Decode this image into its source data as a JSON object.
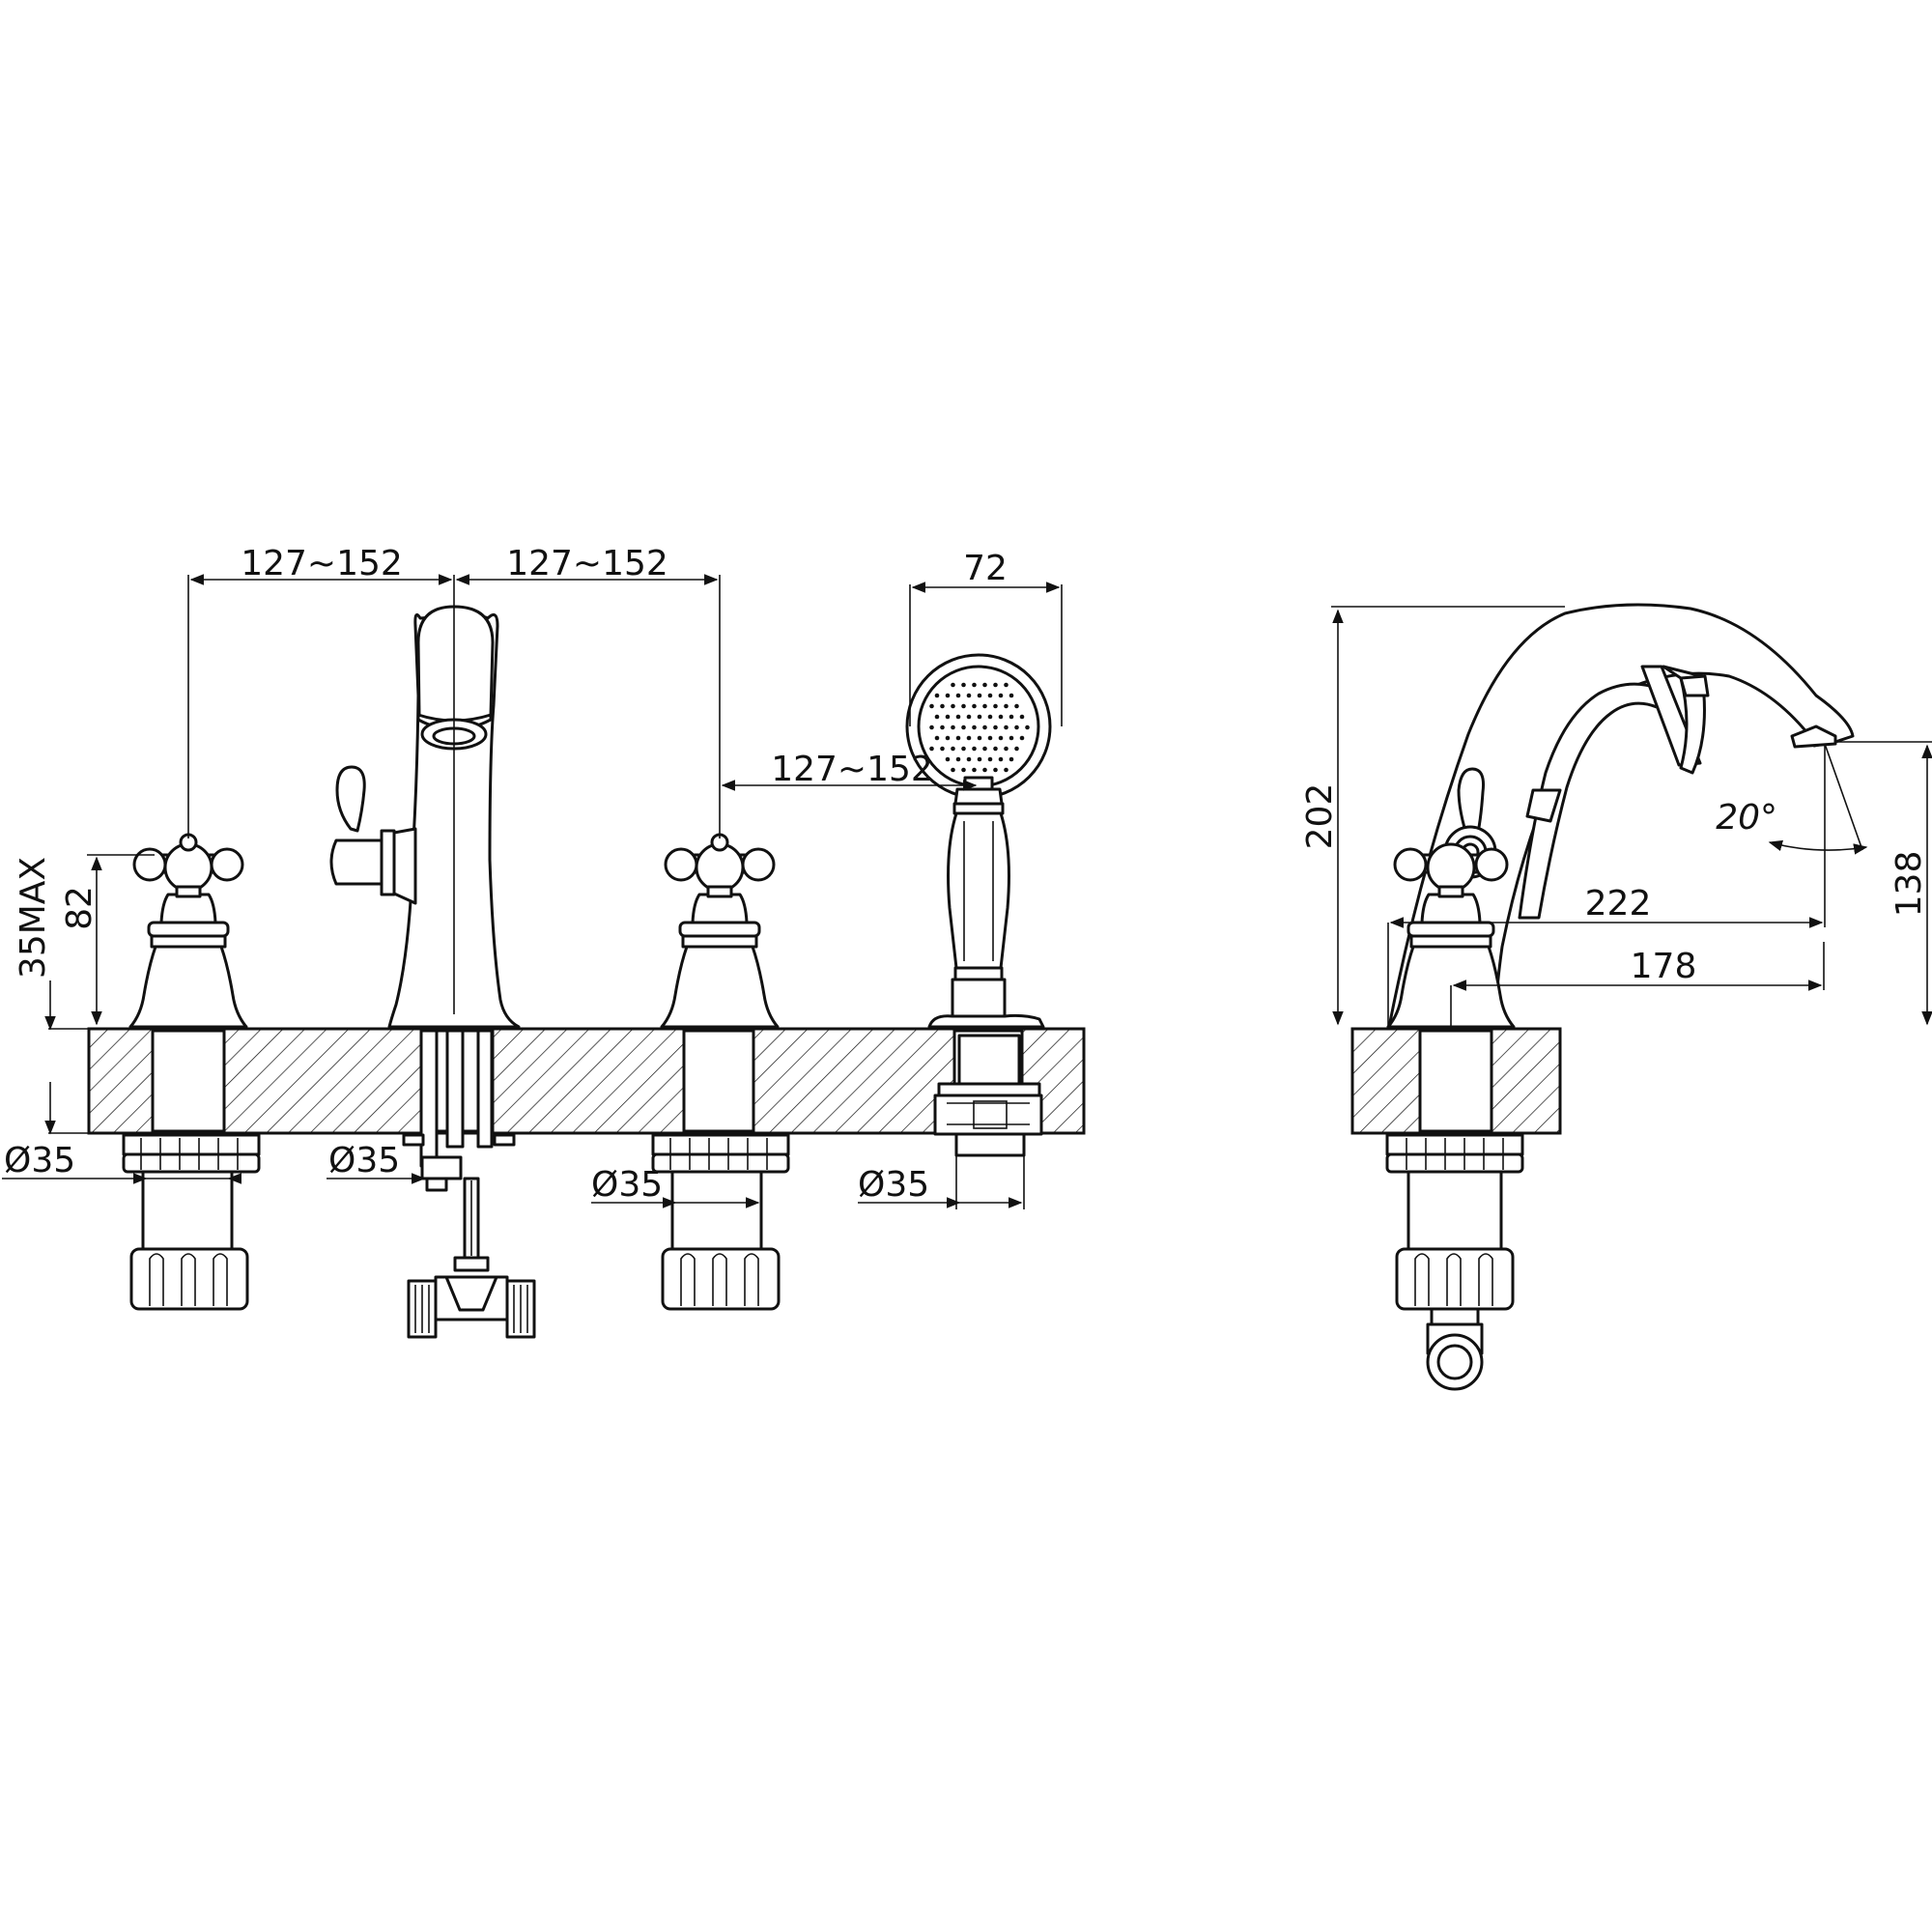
{
  "drawing": {
    "front_view": {
      "spacing_left": "127~152",
      "spacing_right": "127~152",
      "spacing_shower": "127~152",
      "shower_head_width": "72",
      "handle_height": "82",
      "deck_thickness": "35MAX",
      "hole_diameter_1": "Ø35",
      "hole_diameter_2": "Ø35",
      "hole_diameter_3": "Ø35",
      "hole_diameter_4": "Ø35"
    },
    "side_view": {
      "total_height": "202",
      "spout_height": "138",
      "spout_reach": "222",
      "spout_outlet_reach": "178",
      "spout_angle": "20°"
    }
  }
}
